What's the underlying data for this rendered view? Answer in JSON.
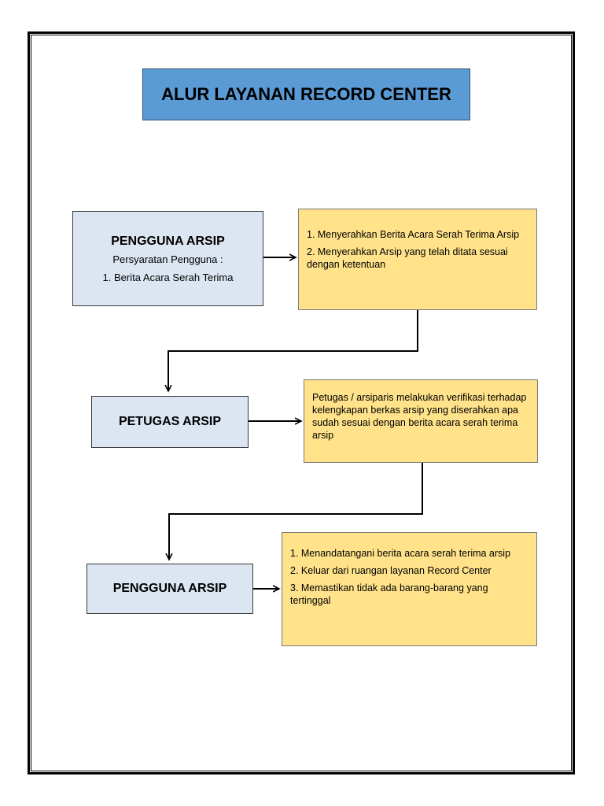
{
  "title": "ALUR LAYANAN RECORD CENTER",
  "rows": [
    {
      "role": {
        "name": "PENGGUNA ARSIP",
        "requirements_label": "Persyaratan Pengguna :",
        "requirements_item": "1. Berita Acara Serah Terima"
      },
      "steps": [
        "1. Menyerahkan Berita   Acara Serah Terima Arsip",
        "2. Menyerahkan Arsip yang telah ditata sesuai dengan ketentuan"
      ]
    },
    {
      "role": {
        "name": "PETUGAS ARSIP"
      },
      "steps": [
        "Petugas / arsiparis melakukan  verifikasi terhadap kelengkapan berkas arsip yang diserahkan apa sudah sesuai dengan berita acara serah terima arsip"
      ]
    },
    {
      "role": {
        "name": "PENGGUNA ARSIP"
      },
      "steps": [
        "1. Menandatangani berita acara  serah terima arsip",
        "2. Keluar dari ruangan layanan Record Center",
        "3. Memastikan tidak ada barang-barang yang tertinggal"
      ]
    }
  ],
  "colors": {
    "title_fill": "#5b9bd5",
    "role_fill": "#dce6f2",
    "step_fill": "#ffe28a"
  }
}
